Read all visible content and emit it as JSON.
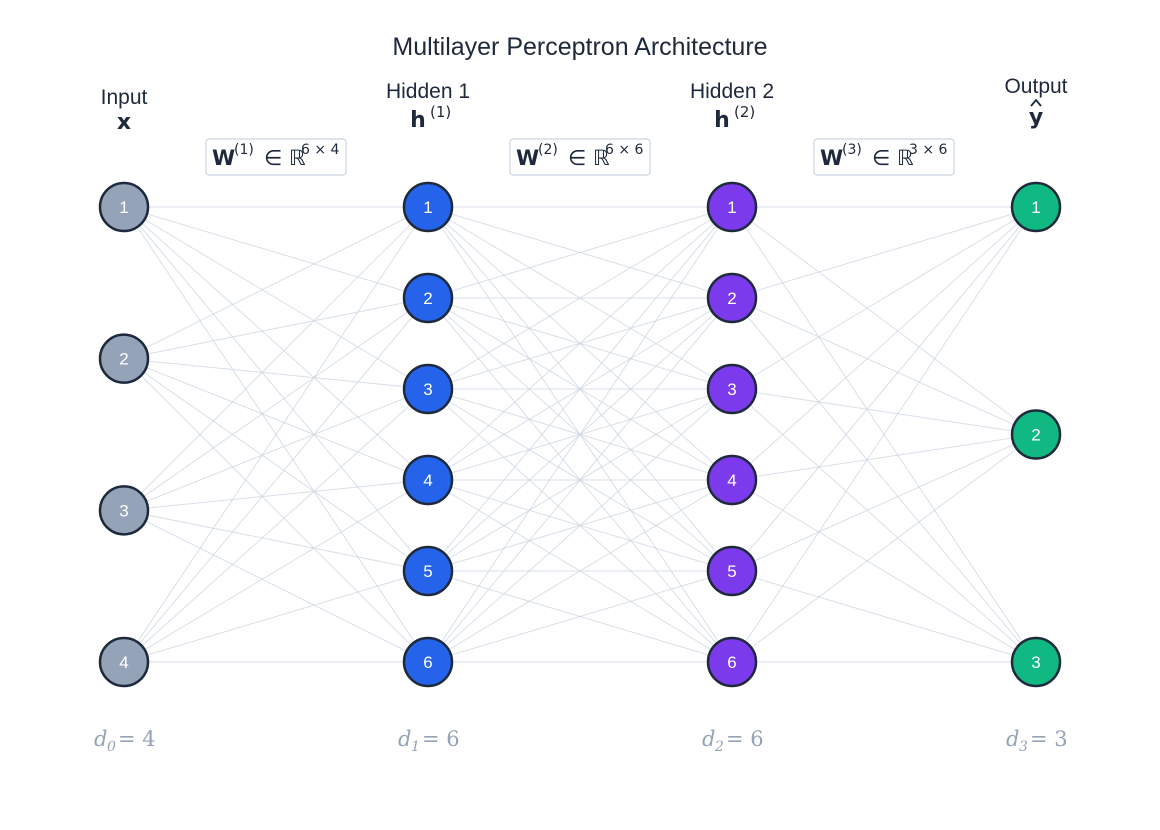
{
  "title": "Multilayer Perceptron Architecture",
  "layers": [
    {
      "name": "Input",
      "symbol": "x",
      "superscript": "",
      "hat": false,
      "size": 4,
      "color": "#94a3b8",
      "nodes": [
        "1",
        "2",
        "3",
        "4"
      ],
      "dim_var": "d",
      "dim_sub": "0",
      "dim_text": "= 4"
    },
    {
      "name": "Hidden 1",
      "symbol": "h",
      "superscript": "(1)",
      "hat": false,
      "size": 6,
      "color": "#2563eb",
      "nodes": [
        "1",
        "2",
        "3",
        "4",
        "5",
        "6"
      ],
      "dim_var": "d",
      "dim_sub": "1",
      "dim_text": "= 6"
    },
    {
      "name": "Hidden 2",
      "symbol": "h",
      "superscript": "(2)",
      "hat": false,
      "size": 6,
      "color": "#7c3aed",
      "nodes": [
        "1",
        "2",
        "3",
        "4",
        "5",
        "6"
      ],
      "dim_var": "d",
      "dim_sub": "2",
      "dim_text": "= 6"
    },
    {
      "name": "Output",
      "symbol": "y",
      "superscript": "",
      "hat": true,
      "size": 3,
      "color": "#10b981",
      "nodes": [
        "1",
        "2",
        "3"
      ],
      "dim_var": "d",
      "dim_sub": "3",
      "dim_text": "= 3"
    }
  ],
  "weights": [
    {
      "symbol": "W",
      "superscript": "(1)",
      "set": "∈ ℝ",
      "dims": "6 × 4"
    },
    {
      "symbol": "W",
      "superscript": "(2)",
      "set": "∈ ℝ",
      "dims": "6 × 6"
    },
    {
      "symbol": "W",
      "superscript": "(3)",
      "set": "∈ ℝ",
      "dims": "3 × 6"
    }
  ],
  "colors": {
    "node_stroke": "#1e293b",
    "edge": "#cbd5e1",
    "text": "#1e293b",
    "muted": "#94a3b8"
  }
}
